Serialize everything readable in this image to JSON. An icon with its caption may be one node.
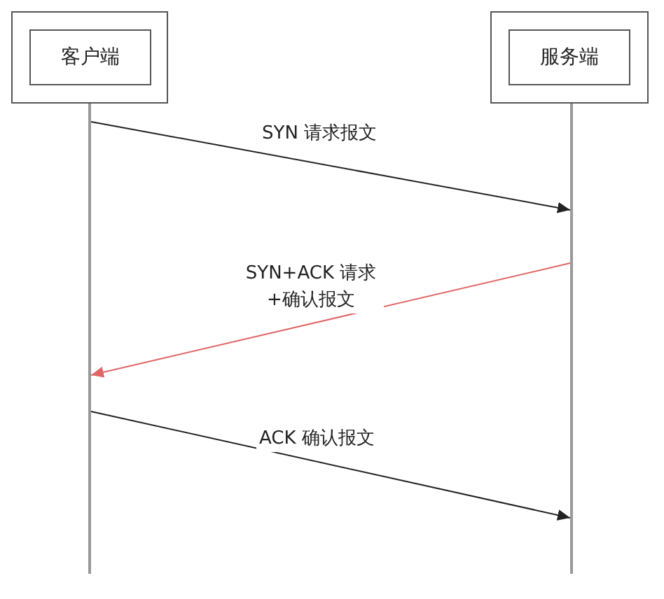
{
  "diagram": {
    "nodes": [
      {
        "text": [],
        "shape": "box"
      },
      {
        "text": [
          "客户端"
        ],
        "in": 0
      },
      {
        "text": [],
        "shape": "box"
      },
      {
        "text": [
          "服务端"
        ],
        "in": 2
      },
      {
        "text": [],
        "shape": "bar"
      },
      {
        "text": [],
        "shape": "bar"
      }
    ],
    "edges": [
      {
        "from": 4,
        "to": 5,
        "arrow": "to",
        "label": "SYN 请求报文"
      },
      {
        "from": 5,
        "to": 4,
        "arrow": "to",
        "label": "SYN+ACK 请求+确认报文",
        "color": "#e06666"
      },
      {
        "from": 4,
        "to": 5,
        "arrow": "to",
        "label": "ACK 确认报文"
      }
    ]
  }
}
